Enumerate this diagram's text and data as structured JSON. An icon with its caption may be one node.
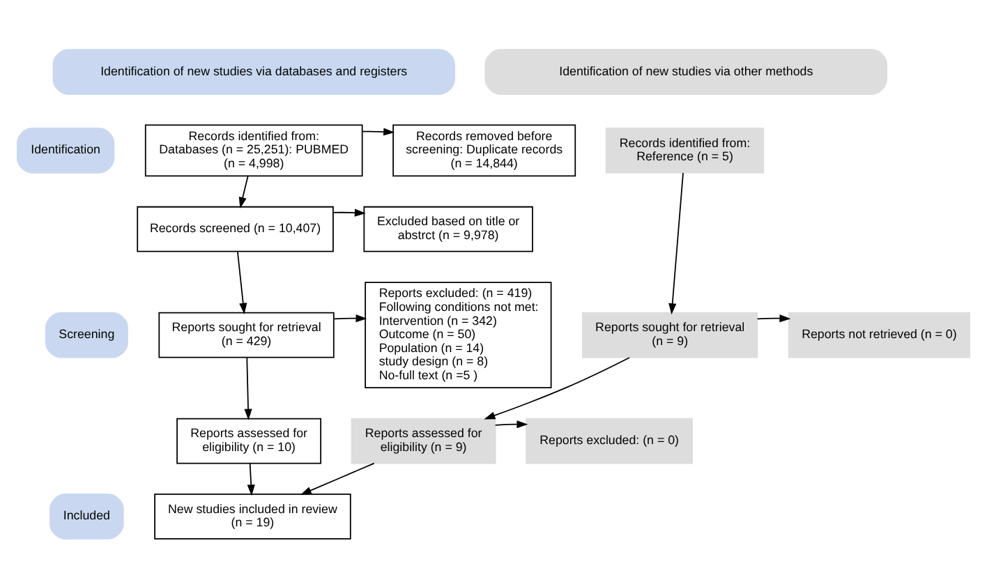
{
  "diagram": {
    "nodes": [
      {
        "text": [
          "Identification of new studies via databases and registers"
        ]
      },
      {
        "text": [
          "Identification of new studies via other methods"
        ]
      },
      {
        "text": [
          "Identification"
        ]
      },
      {
        "text": [
          "Screening"
        ]
      },
      {
        "text": [
          "Included"
        ]
      },
      {
        "text": [
          "Records identified from: Databases (n = 25,251): PUBMED (n = 4,998)"
        ]
      },
      {
        "text": [
          "Records removed before screening: Duplicate records (n = 14,844)"
        ]
      },
      {
        "text": [
          "Records screened (n = 10,407)"
        ]
      },
      {
        "text": [
          "Excluded based on title or abstrct (n = 9,978)"
        ]
      },
      {
        "text": [
          "Reports sought for retrieval (n = 429)"
        ]
      },
      {
        "text": [
          "Reports excluded: (n = 419)",
          "Following conditions not met:",
          "Intervention (n = 342)",
          "Outcome (n = 50)",
          "Population (n = 14)",
          "study design (n = 8)",
          "No-full text (n =5 )"
        ]
      },
      {
        "text": [
          "Reports assessed for eligibility (n = 10)"
        ]
      },
      {
        "text": [
          "New studies included in review (n = 19)"
        ]
      },
      {
        "text": [
          "Records identified from: Reference (n = 5)"
        ]
      },
      {
        "text": [
          "Reports sought for retrieval (n = 9)"
        ]
      },
      {
        "text": [
          "Reports not retrieved (n = 0)"
        ]
      },
      {
        "text": [
          "Reports assessed for eligibility (n = 9)"
        ]
      },
      {
        "text": [
          "Reports excluded: (n = 0)"
        ]
      }
    ],
    "edges": [
      {
        "from": 5,
        "to": 6,
        "arrow": "to"
      },
      {
        "from": 5,
        "to": 7,
        "arrow": "to"
      },
      {
        "from": 7,
        "to": 8,
        "arrow": "to"
      },
      {
        "from": 7,
        "to": 9,
        "arrow": "to"
      },
      {
        "from": 9,
        "to": 10,
        "arrow": "to"
      },
      {
        "from": 9,
        "to": 11,
        "arrow": "to"
      },
      {
        "from": 11,
        "to": 12,
        "arrow": "to"
      },
      {
        "from": 13,
        "to": 14,
        "arrow": "to"
      },
      {
        "from": 14,
        "to": 15,
        "arrow": "to"
      },
      {
        "from": 14,
        "to": 16,
        "arrow": "to"
      },
      {
        "from": 16,
        "to": 17,
        "arrow": "to"
      },
      {
        "from": 16,
        "to": 12,
        "arrow": "to"
      }
    ]
  }
}
